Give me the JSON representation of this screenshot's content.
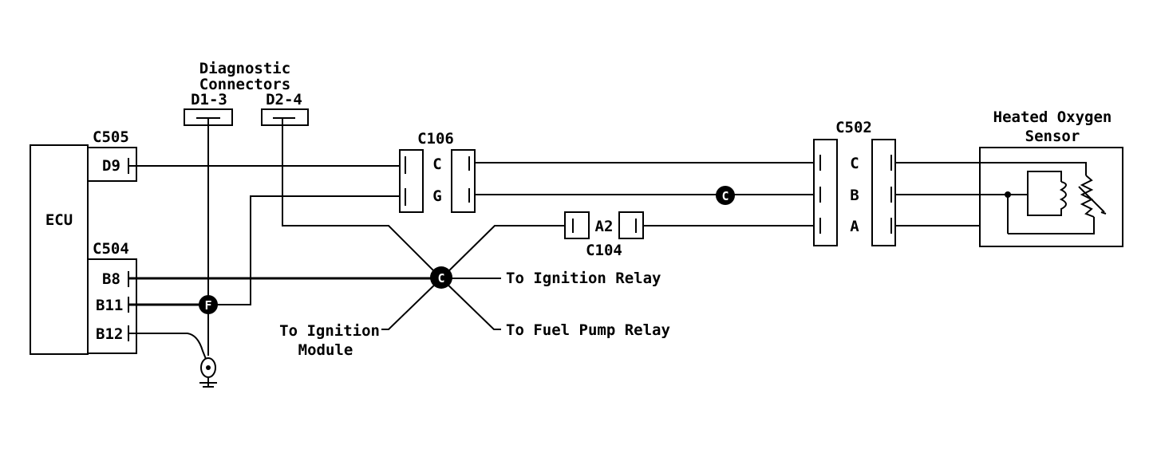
{
  "ecu": {
    "label": "ECU"
  },
  "connectors": {
    "c505": {
      "label": "C505",
      "pin_d9": "D9"
    },
    "c504": {
      "label": "C504",
      "pin_b8": "B8",
      "pin_b11": "B11",
      "pin_b12": "B12"
    },
    "c106": {
      "label": "C106",
      "pin_c": "C",
      "pin_g": "G"
    },
    "c104": {
      "label": "C104",
      "pin_a2": "A2"
    },
    "c502": {
      "label": "C502",
      "pin_c": "C",
      "pin_b": "B",
      "pin_a": "A"
    }
  },
  "diagnostic": {
    "title_line1": "Diagnostic",
    "title_line2": "Connectors",
    "d1_3": "D1-3",
    "d2_4": "D2-4"
  },
  "sensor": {
    "label_line1": "Heated Oxygen",
    "label_line2": "Sensor"
  },
  "splices": {
    "f": "F",
    "c_main": "C",
    "c_right": "C"
  },
  "destinations": {
    "ignition_relay": "To Ignition Relay",
    "fuel_pump_relay": "To Fuel Pump Relay",
    "ignition_module_line1": "To Ignition",
    "ignition_module_line2": "Module"
  },
  "colors": {
    "ink": "#000000",
    "background": "#ffffff"
  }
}
